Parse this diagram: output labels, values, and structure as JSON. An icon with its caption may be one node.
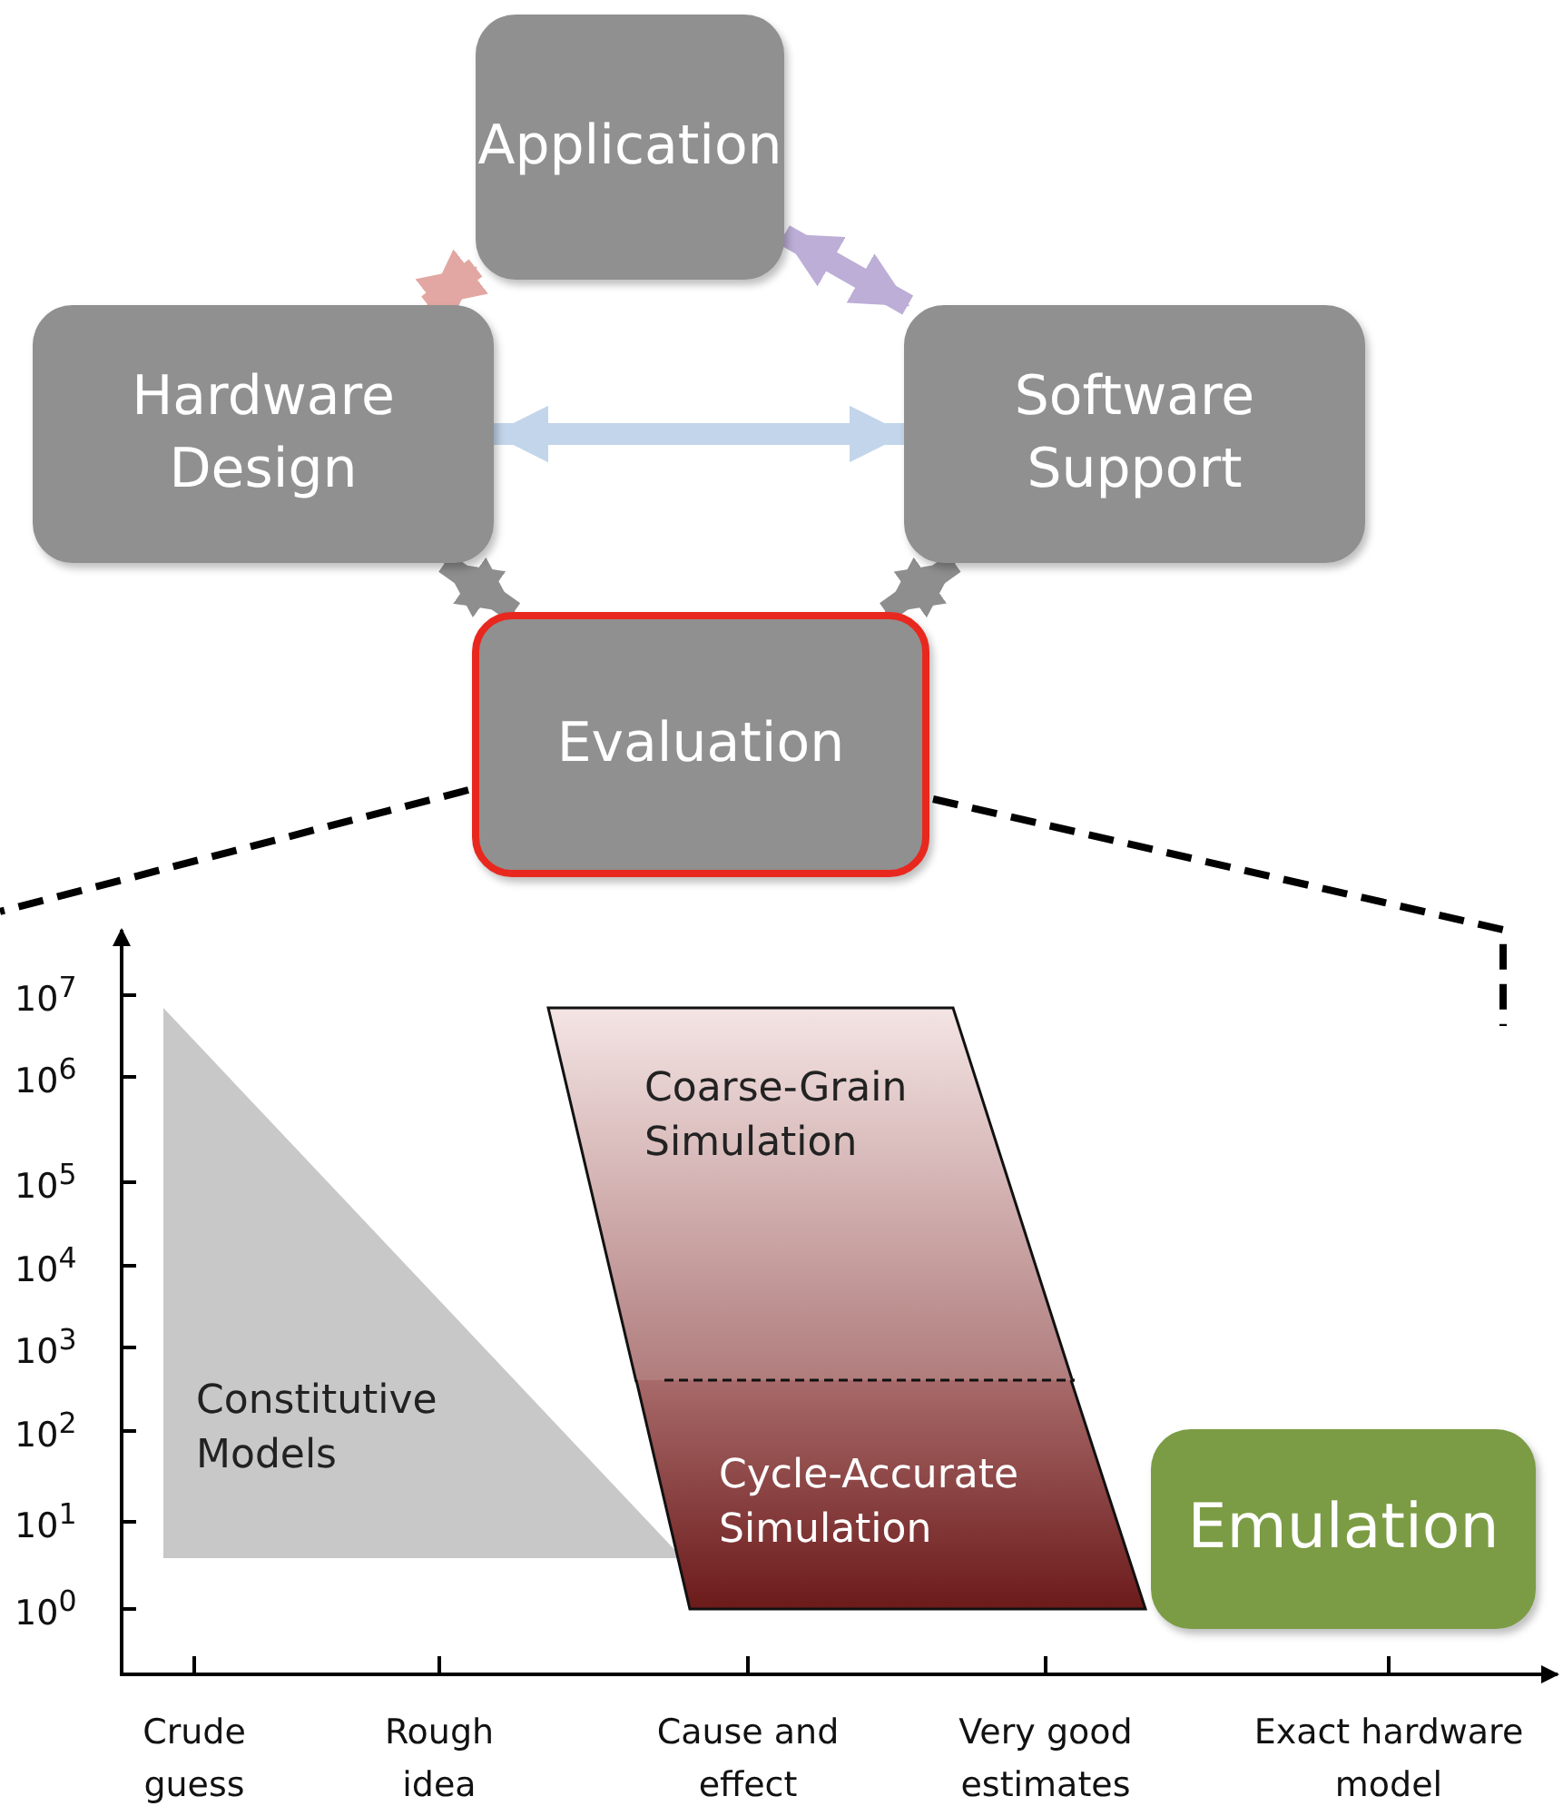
{
  "diagram": {
    "nodes": [
      {
        "text": [
          "Application"
        ]
      },
      {
        "text": [
          "Hardware Design"
        ]
      },
      {
        "text": [
          "Software Support"
        ]
      },
      {
        "text": [
          "Evaluation"
        ]
      },
      {
        "text": [
          "Constitutive Models"
        ]
      },
      {
        "text": [
          "Coarse-Grain Simulation"
        ]
      },
      {
        "text": [
          "Cycle-Accurate Simulation"
        ]
      },
      {
        "text": [
          "Emulation"
        ]
      }
    ],
    "edges": [
      {
        "from": 1,
        "to": 0,
        "arrow": "both",
        "color": "#e2a7a2"
      },
      {
        "from": 0,
        "to": 2,
        "arrow": "both",
        "color": "#bcaed6"
      },
      {
        "from": 1,
        "to": 2,
        "arrow": "both",
        "color": "#c3d5ea"
      },
      {
        "from": 1,
        "to": 3,
        "arrow": "both"
      },
      {
        "from": 2,
        "to": 3,
        "arrow": "both"
      }
    ],
    "labels": [
      "10$^{7}$",
      "10$^{6}$",
      "10$^{5}$",
      "10$^{4}$",
      "10$^{3}$",
      "10$^{2}$",
      "10$^{1}$",
      "10$^{0}$",
      "Crude guess",
      "Rough idea",
      "Cause and effect",
      "Very good estimates",
      "Exact hardware model"
    ]
  }
}
